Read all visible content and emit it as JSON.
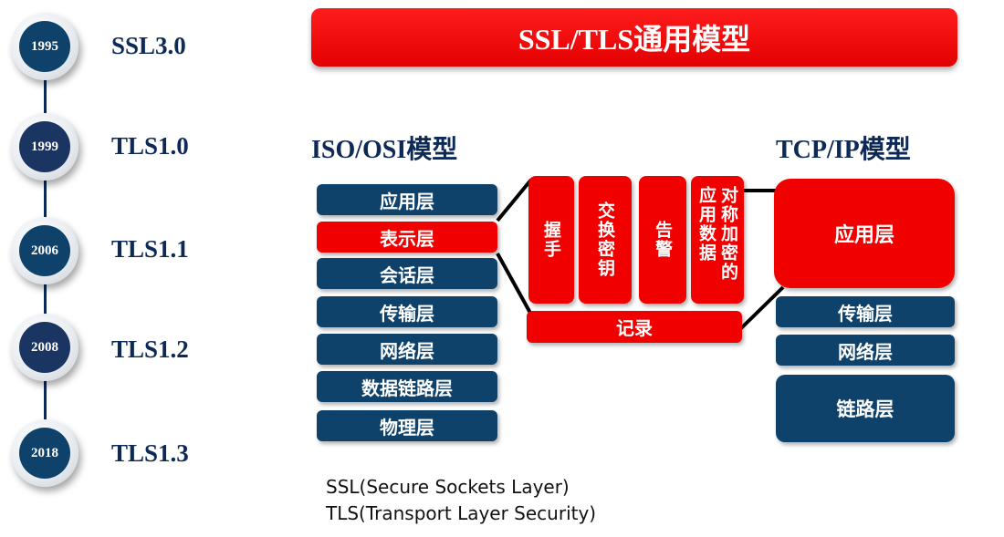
{
  "timeline": [
    {
      "year": "1995",
      "version": "SSL3.0",
      "color": "#0f426b"
    },
    {
      "year": "1999",
      "version": "TLS1.0",
      "color": "#1a3562"
    },
    {
      "year": "2006",
      "version": "TLS1.1",
      "color": "#0f426b"
    },
    {
      "year": "2008",
      "version": "TLS1.2",
      "color": "#1a3562"
    },
    {
      "year": "2018",
      "version": "TLS1.3",
      "color": "#0f426b"
    }
  ],
  "title": "SSL/TLS通用模型",
  "osi": {
    "title": "ISO/OSI模型",
    "layers": [
      "应用层",
      "表示层",
      "会话层",
      "传输层",
      "网络层",
      "数据链路层",
      "物理层"
    ]
  },
  "ssl": {
    "protocols": [
      "握手",
      "交换密钥",
      "告警",
      "对称加密的应用数据"
    ],
    "record": "记录"
  },
  "tcpip": {
    "title": "TCP/IP模型",
    "layers": [
      "应用层",
      "传输层",
      "网络层",
      "链路层"
    ]
  },
  "footnotes": [
    "SSL(Secure Sockets Layer)",
    "TLS(Transport Layer Security)"
  ],
  "colors": {
    "red": "#f10000",
    "navy": "#0f426b",
    "text": "#0d2a57"
  }
}
